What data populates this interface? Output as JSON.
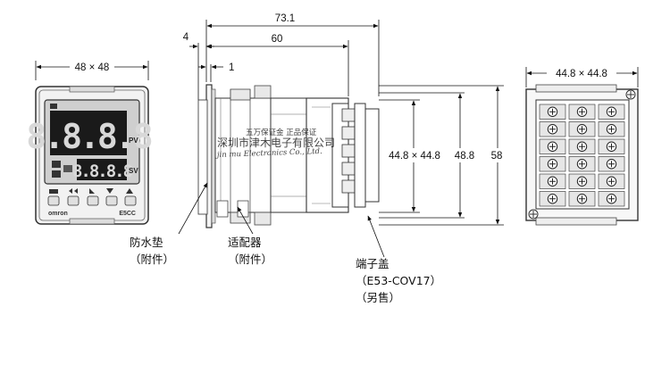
{
  "front_view": {
    "width_label": "48 × 48",
    "digits_pv": "8.8.8.8",
    "digits_sv": "8.8.8.8",
    "pv_label": "PV",
    "sv_label": "SV",
    "brand": "omron",
    "model": "E5CC"
  },
  "side_view": {
    "dim_73_1": "73.1",
    "dim_60": "60",
    "dim_4": "4",
    "dim_1": "1",
    "dim_44_8x44_8": "44.8 × 44.8",
    "dim_48_8": "48.8",
    "dim_58": "58"
  },
  "rear_view": {
    "width_label": "44.8 × 44.8"
  },
  "callouts": {
    "gasket_line1": "防水垫",
    "gasket_line2": "（附件）",
    "adapter_line1": "适配器",
    "adapter_line2": "（附件）",
    "cover_line1": "端子盖",
    "cover_line2": "（E53-COV17）",
    "cover_line3": "（另售）"
  },
  "watermark": {
    "line1": "五万保证金 正品保证",
    "line2": "深圳市津木电子有限公司",
    "line3": "jin mu Electronics Co., Ltd."
  }
}
